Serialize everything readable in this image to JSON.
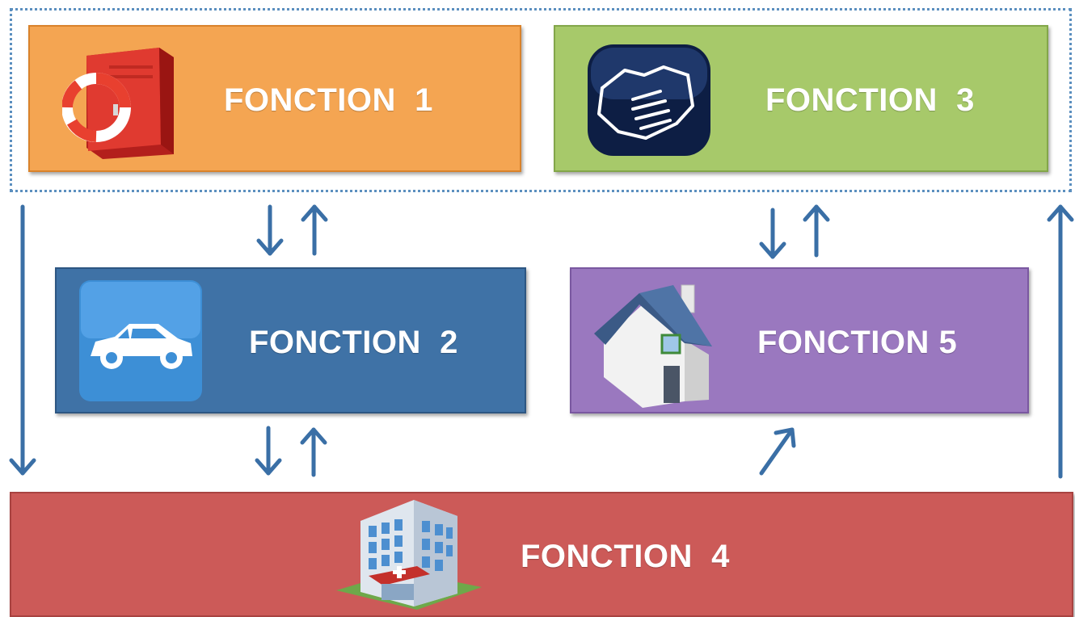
{
  "diagram": {
    "nodes": [
      {
        "id": "f1",
        "label": "FONCTION  1",
        "icon": "lifebuoy-cabinet-icon",
        "color": "#f4a552"
      },
      {
        "id": "f2",
        "label": "FONCTION  2",
        "icon": "car-icon",
        "color": "#3f72a6"
      },
      {
        "id": "f3",
        "label": "FONCTION  3",
        "icon": "handshake-icon",
        "color": "#a7c96a"
      },
      {
        "id": "f4",
        "label": "FONCTION  4",
        "icon": "hospital-icon",
        "color": "#cc5a58"
      },
      {
        "id": "f5",
        "label": "FONCTION 5",
        "icon": "house-icon",
        "color": "#9a78bf"
      }
    ],
    "group": {
      "members": [
        "f1",
        "f3"
      ],
      "style": "dotted",
      "color": "#5b8fbf"
    },
    "edges": [
      {
        "from": "group",
        "to": "f2"
      },
      {
        "from": "f2",
        "to": "group"
      },
      {
        "from": "group",
        "to": "f5"
      },
      {
        "from": "f5",
        "to": "group"
      },
      {
        "from": "f2",
        "to": "f4"
      },
      {
        "from": "f4",
        "to": "f2"
      },
      {
        "from": "f4",
        "to": "f5"
      },
      {
        "from": "group",
        "to": "f4"
      },
      {
        "from": "f4",
        "to": "group"
      }
    ],
    "arrow_color": "#3a6fa6"
  }
}
